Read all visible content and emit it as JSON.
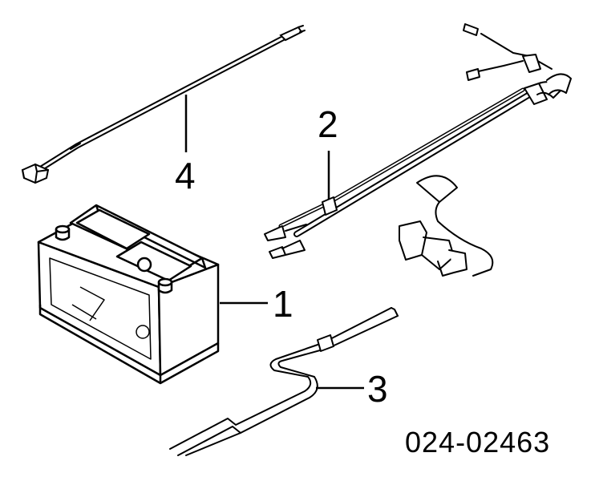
{
  "callouts": {
    "battery": "1",
    "cable_plus": "2",
    "cable_minus": "3",
    "vent_hose": "4"
  },
  "diagram_code": "024-02463"
}
